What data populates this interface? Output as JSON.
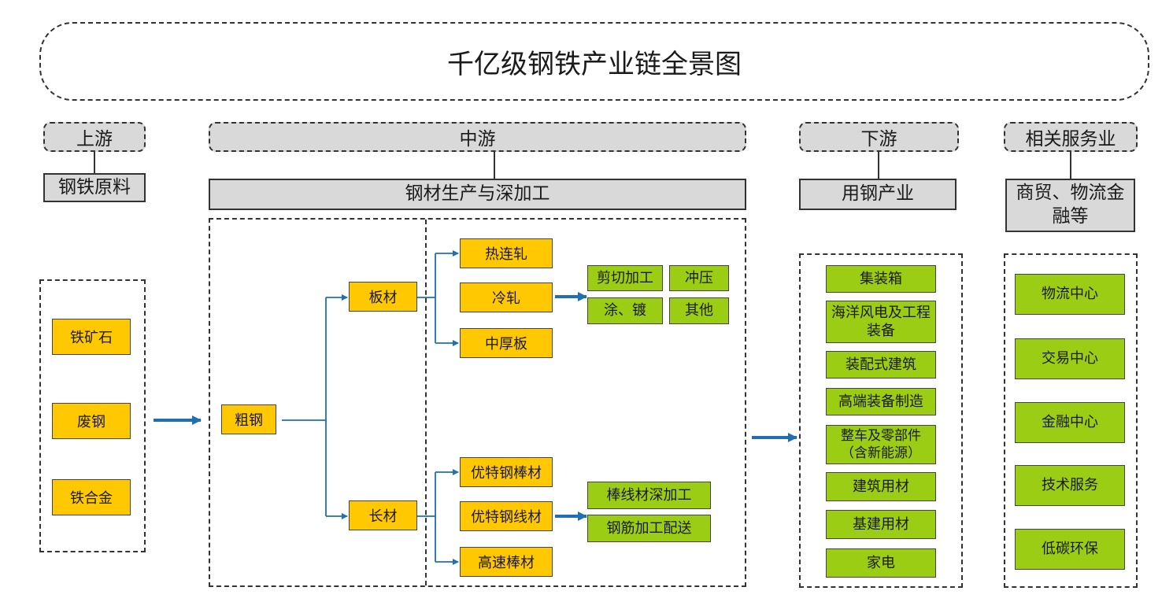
{
  "title": "千亿级钢铁产业链全景图",
  "sections": {
    "upstream": {
      "label": "上游",
      "category": "钢铁原料",
      "items": [
        "铁矿石",
        "废钢",
        "铁合金"
      ]
    },
    "midstream": {
      "label": "中游",
      "category": "钢材生产与深加工",
      "root": "粗钢",
      "branches": [
        {
          "name": "板材",
          "products": [
            "热连轧",
            "冷轧",
            "中厚板"
          ],
          "processing": [
            "剪切加工",
            "冲压",
            "涂、镀",
            "其他"
          ]
        },
        {
          "name": "长材",
          "products": [
            "优特钢棒材",
            "优特钢线材",
            "高速棒材"
          ],
          "processing": [
            "棒线材深加工",
            "钢筋加工配送"
          ]
        }
      ]
    },
    "downstream": {
      "label": "下游",
      "category": "用钢产业",
      "items": [
        "集装箱",
        "海洋风电及工程装备",
        "装配式建筑",
        "高端装备制造",
        "整车及零部件（含新能源）",
        "建筑用材",
        "基建用材",
        "家电"
      ]
    },
    "services": {
      "label": "相关服务业",
      "category": "商贸、物流金融等",
      "items": [
        "物流中心",
        "交易中心",
        "金融中心",
        "技术服务",
        "低碳环保"
      ]
    }
  },
  "colors": {
    "product": "#ffc800",
    "application": "#9acd14",
    "header": "#d9d9d9",
    "arrow": "#1f6fb2"
  }
}
